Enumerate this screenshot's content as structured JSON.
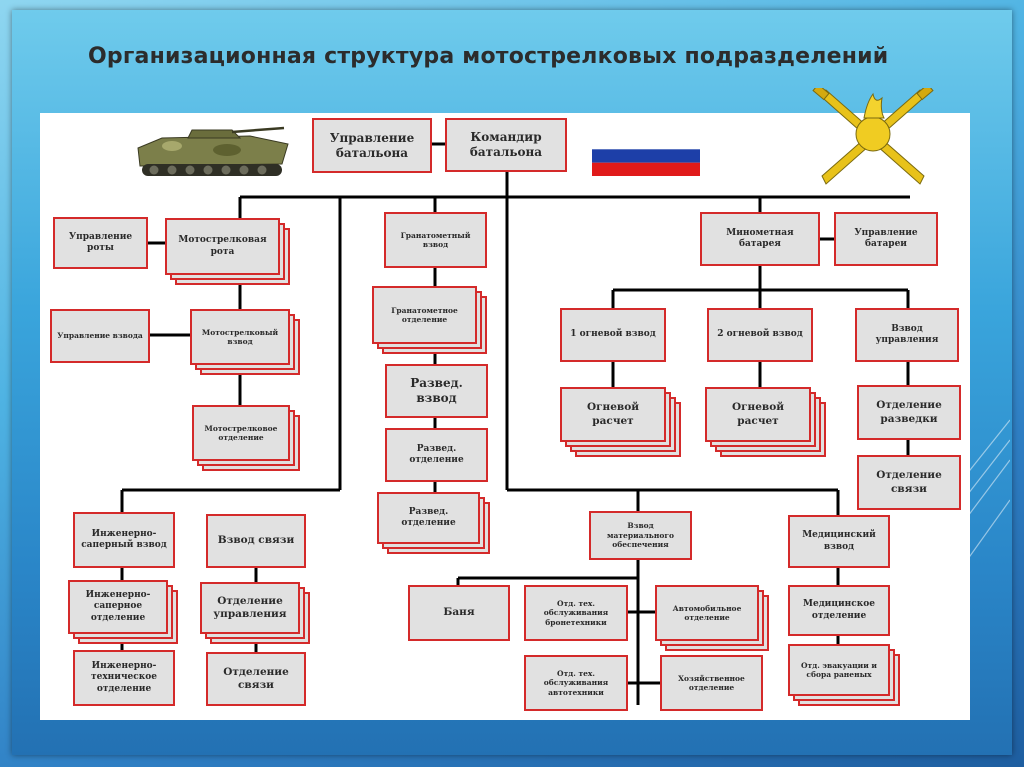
{
  "title": "Организационная структура мотострелковых подразделений",
  "colors": {
    "box_border": "#d42a2a",
    "box_fill": "#e1e1e1",
    "line": "#000000"
  },
  "icons": {
    "vehicle": "bmp-icon",
    "flag": "russian-flag-icon",
    "emblem": "crossed-swords-grenade-icon"
  },
  "units": {
    "bat_upr": "Управление батальона",
    "bat_cmd": "Командир батальона",
    "rota_upr": "Управление роты",
    "ms_rota": "Мотострелковая рота",
    "vzvod_upr": "Управление взвода",
    "ms_vzvod": "Мотострелковый взвод",
    "ms_otd": "Мотострелковое отделение",
    "gran_vzvod": "Гранатометный взвод",
    "gran_otd": "Гранатометное отделение",
    "razved_vzvod": "Развед. взвод",
    "razved_otd1": "Развед. отделение",
    "razved_otd2": "Развед. отделение",
    "minomet_bat": "Минометная батарея",
    "bat_upr2": "Управление батареи",
    "ogn_vzvod1": "1 огневой взвод",
    "ogn_vzvod2": "2 огневой взвод",
    "vzvod_upravl": "Взвод управления",
    "ogn_raschet1": "Огневой расчет",
    "ogn_raschet2": "Огневой расчет",
    "otd_razvedki": "Отделение разведки",
    "otd_svyazi_bat": "Отделение связи",
    "inzh_vzvod": "Инженерно-саперный взвод",
    "inzh_otd": "Инженерно-саперное отделение",
    "inzh_tech_otd": "Инженерно-техническое отделение",
    "vzvod_svyazi": "Взвод связи",
    "otd_upravleniya": "Отделение управления",
    "otd_svyazi": "Отделение связи",
    "vzvod_mo": "Взвод материального обеспечения",
    "banya": "Баня",
    "otd_bronetech": "Отд. тех. обслуживания бронетехники",
    "avto_otd": "Автомобильное отделение",
    "otd_avtotech": "Отд. тех. обслуживания автотехники",
    "hoz_otd": "Хозяйственное отделение",
    "med_vzvod": "Медицинский взвод",
    "med_otd": "Медицинское отделение",
    "otd_evak": "Отд. эвакуации и сбора раненых"
  }
}
